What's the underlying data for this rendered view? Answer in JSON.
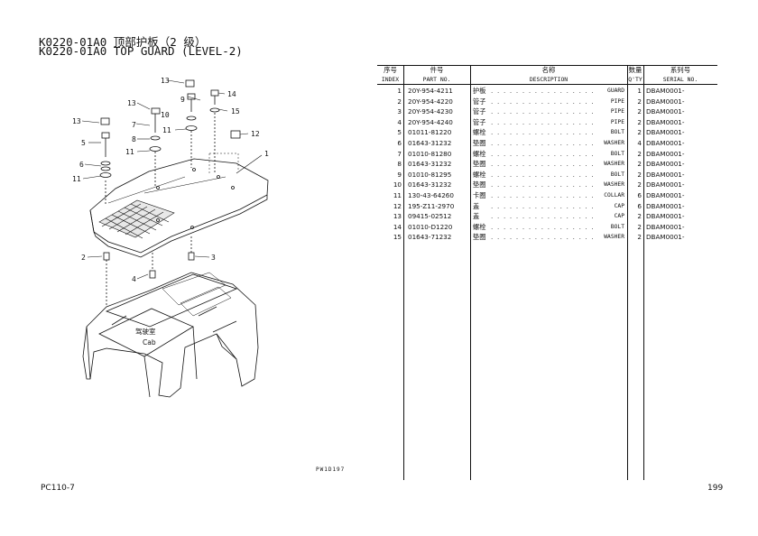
{
  "header": {
    "title_cn": "K0220-01A0 顶部护板（2 级）",
    "title_en": "K0220-01A0 TOP GUARD (LEVEL-2)"
  },
  "diagram": {
    "callouts": [
      "1",
      "2",
      "3",
      "4",
      "5",
      "6",
      "7",
      "8",
      "9",
      "10",
      "11",
      "12",
      "13",
      "14",
      "15"
    ],
    "cab_label_cn": "驾驶室",
    "cab_label_en": "Cab",
    "drawing_code": "PW1D197"
  },
  "table": {
    "columns": [
      {
        "cn": "序号",
        "en": "INDEX"
      },
      {
        "cn": "件号",
        "en": "PART NO."
      },
      {
        "cn": "名称",
        "en": "DESCRIPTION"
      },
      {
        "cn": "数量",
        "en": "Q'TY"
      },
      {
        "cn": "系列号",
        "en": "SERIAL NO."
      }
    ],
    "rows": [
      {
        "index": "1",
        "part_no": "20Y-954-4211",
        "desc_cn": "护板",
        "desc_en": "GUARD",
        "qty": "1",
        "serial": "DBAM0001-"
      },
      {
        "index": "2",
        "part_no": "20Y-954-4220",
        "desc_cn": "管子",
        "desc_en": "PIPE",
        "qty": "2",
        "serial": "DBAM0001-"
      },
      {
        "index": "3",
        "part_no": "20Y-954-4230",
        "desc_cn": "管子",
        "desc_en": "PIPE",
        "qty": "2",
        "serial": "DBAM0001-"
      },
      {
        "index": "4",
        "part_no": "20Y-954-4240",
        "desc_cn": "管子",
        "desc_en": "PIPE",
        "qty": "2",
        "serial": "DBAM0001-"
      },
      {
        "index": "5",
        "part_no": "01011-81220",
        "desc_cn": "螺栓",
        "desc_en": "BOLT",
        "qty": "2",
        "serial": "DBAM0001-"
      },
      {
        "index": "6",
        "part_no": "01643-31232",
        "desc_cn": "垫圈",
        "desc_en": "WASHER",
        "qty": "4",
        "serial": "DBAM0001-"
      },
      {
        "index": "7",
        "part_no": "01010-81280",
        "desc_cn": "螺栓",
        "desc_en": "BOLT",
        "qty": "2",
        "serial": "DBAM0001-"
      },
      {
        "index": "8",
        "part_no": "01643-31232",
        "desc_cn": "垫圈",
        "desc_en": "WASHER",
        "qty": "2",
        "serial": "DBAM0001-"
      },
      {
        "index": "9",
        "part_no": "01010-81295",
        "desc_cn": "螺栓",
        "desc_en": "BOLT",
        "qty": "2",
        "serial": "DBAM0001-"
      },
      {
        "index": "10",
        "part_no": "01643-31232",
        "desc_cn": "垫圈",
        "desc_en": "WASHER",
        "qty": "2",
        "serial": "DBAM0001-"
      },
      {
        "index": "11",
        "part_no": "130-43-64260",
        "desc_cn": "卡圈",
        "desc_en": "COLLAR",
        "qty": "6",
        "serial": "DBAM0001-"
      },
      {
        "index": "12",
        "part_no": "195-Z11-2970",
        "desc_cn": "盖",
        "desc_en": "CAP",
        "qty": "6",
        "serial": "DBAM0001-"
      },
      {
        "index": "13",
        "part_no": "09415-02512",
        "desc_cn": "盖",
        "desc_en": "CAP",
        "qty": "2",
        "serial": "DBAM0001-"
      },
      {
        "index": "14",
        "part_no": "01010-D1220",
        "desc_cn": "螺栓",
        "desc_en": "BOLT",
        "qty": "2",
        "serial": "DBAM0001-"
      },
      {
        "index": "15",
        "part_no": "01643-71232",
        "desc_cn": "垫圈",
        "desc_en": "WASHER",
        "qty": "2",
        "serial": "DBAM0001-"
      }
    ]
  },
  "footer": {
    "model": "PC110-7",
    "page_number": "199"
  }
}
